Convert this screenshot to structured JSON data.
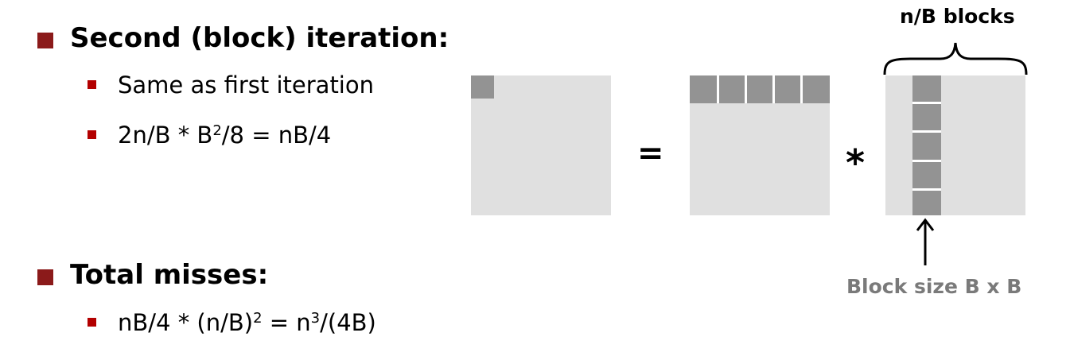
{
  "sections": {
    "second": {
      "heading": "Second (block) iteration:",
      "line1": "Same as first iteration",
      "line2_a": "2n/B * B",
      "line2_sup": "2",
      "line2_b": "/8 = nB/4"
    },
    "total": {
      "heading": "Total misses:",
      "line1_a": "nB/4 * (n/B)",
      "line1_sup1": "2",
      "line1_b": " = n",
      "line1_sup2": "3",
      "line1_c": "/(4B)"
    }
  },
  "diagram": {
    "equals": "=",
    "times": "*",
    "top_label": "n/B blocks",
    "bottom_label": "Block size B x B"
  },
  "colors": {
    "bullet": "#8b1a1a",
    "matrix_fill": "#e0e0e0",
    "block_fill": "#939393",
    "caption_gray": "#7a7a7a"
  }
}
